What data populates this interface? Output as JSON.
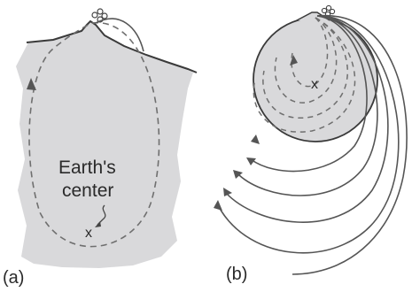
{
  "panel_a": {
    "label": "(a)",
    "center_label_line1": "Earth's",
    "center_label_line2": "center",
    "center_marker": "x"
  },
  "panel_b": {
    "label": "(b)",
    "center_marker": "x"
  },
  "colors": {
    "earth_fill": "#d9d9db",
    "line": "#555555",
    "dash": "#6f6f6f",
    "background": "#ffffff"
  }
}
